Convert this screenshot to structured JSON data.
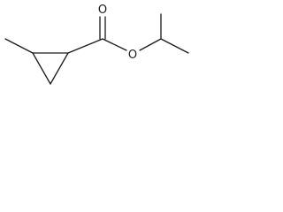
{
  "molecule": {
    "atoms": [
      {
        "id": "methyl",
        "element": "C",
        "label": ""
      },
      {
        "id": "ring_c2",
        "element": "C",
        "label": ""
      },
      {
        "id": "ring_c3",
        "element": "C",
        "label": ""
      },
      {
        "id": "ring_c1",
        "element": "C",
        "label": ""
      },
      {
        "id": "carbonyl_c",
        "element": "C",
        "label": ""
      },
      {
        "id": "carbonyl_o",
        "element": "O",
        "label": "O"
      },
      {
        "id": "ester_o",
        "element": "O",
        "label": "O"
      },
      {
        "id": "isopropyl_ch",
        "element": "C",
        "label": ""
      },
      {
        "id": "isopropyl_me_up",
        "element": "C",
        "label": ""
      },
      {
        "id": "isopropyl_me_down",
        "element": "C",
        "label": ""
      }
    ],
    "bonds": [
      {
        "from": "methyl",
        "to": "ring_c2",
        "order": 1
      },
      {
        "from": "ring_c2",
        "to": "ring_c1",
        "order": 1
      },
      {
        "from": "ring_c2",
        "to": "ring_c3",
        "order": 1
      },
      {
        "from": "ring_c3",
        "to": "ring_c1",
        "order": 1
      },
      {
        "from": "ring_c1",
        "to": "carbonyl_c",
        "order": 1
      },
      {
        "from": "carbonyl_c",
        "to": "carbonyl_o",
        "order": 2
      },
      {
        "from": "carbonyl_c",
        "to": "ester_o",
        "order": 1
      },
      {
        "from": "ester_o",
        "to": "isopropyl_ch",
        "order": 1
      },
      {
        "from": "isopropyl_ch",
        "to": "isopropyl_me_up",
        "order": 1
      },
      {
        "from": "isopropyl_ch",
        "to": "isopropyl_me_down",
        "order": 1
      }
    ],
    "labels": {
      "carbonyl_oxygen": "O",
      "ester_oxygen": "O"
    }
  }
}
